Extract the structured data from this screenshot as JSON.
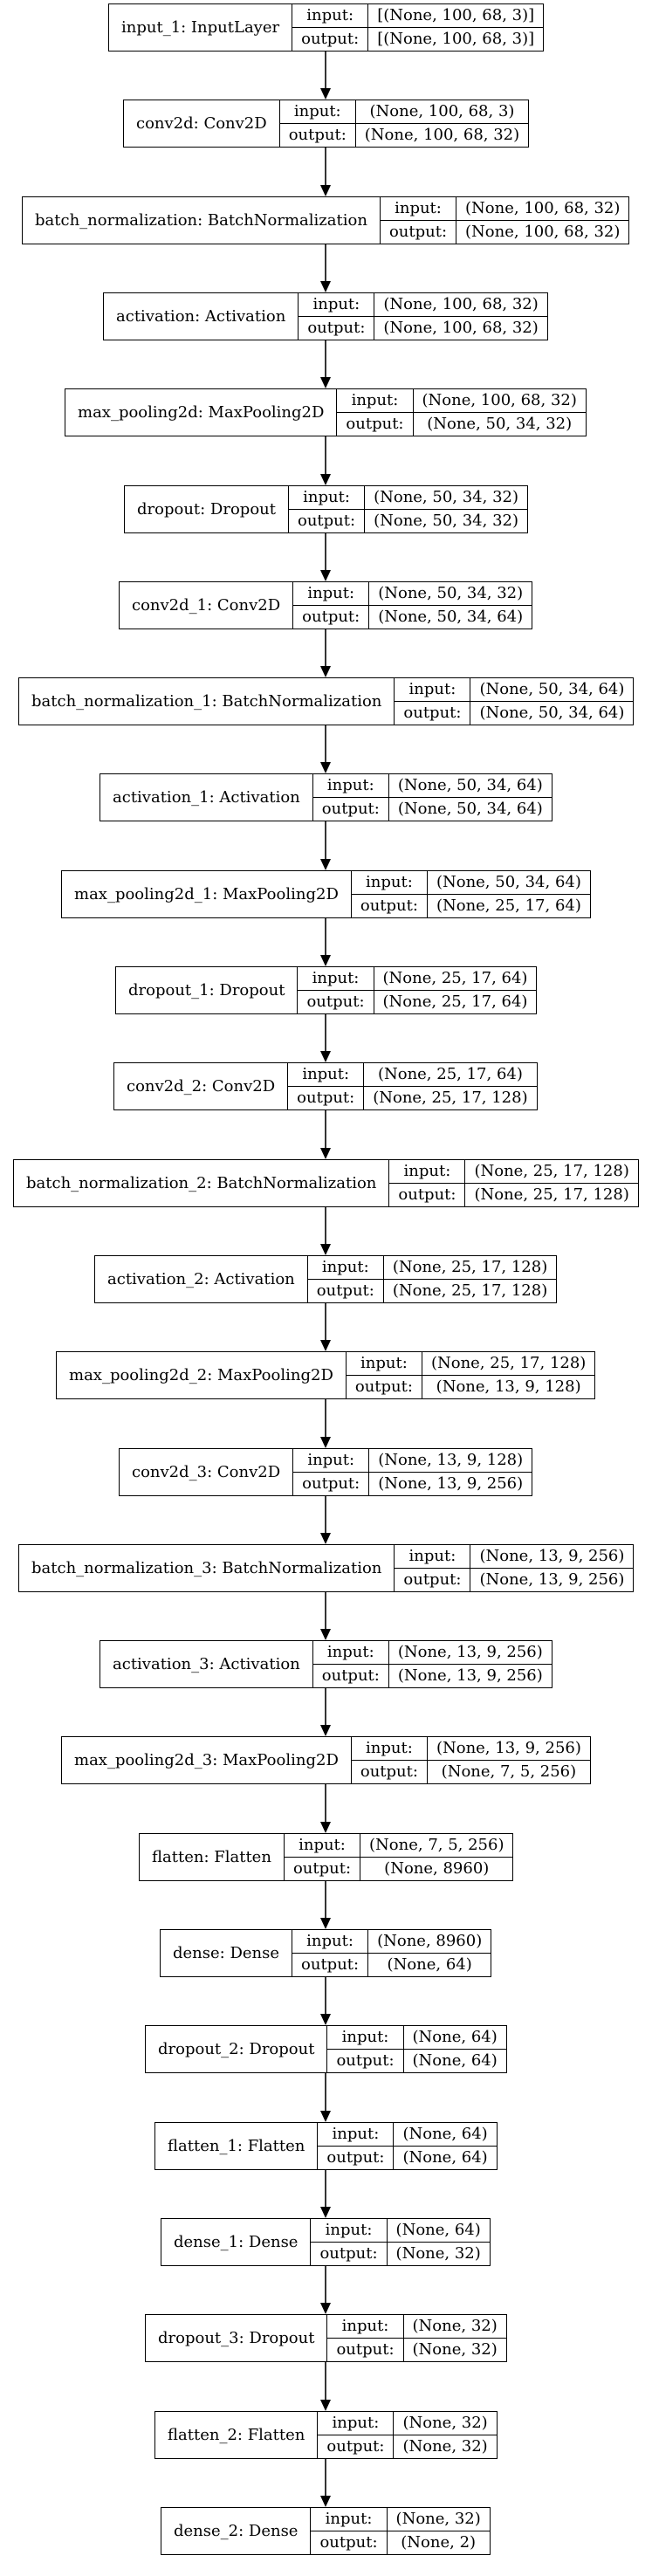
{
  "labels": {
    "input": "input:",
    "output": "output:"
  },
  "layers": [
    {
      "name": "input_1: InputLayer",
      "input": "[(None, 100, 68, 3)]",
      "output": "[(None, 100, 68, 3)]"
    },
    {
      "name": "conv2d: Conv2D",
      "input": "(None, 100, 68, 3)",
      "output": "(None, 100, 68, 32)"
    },
    {
      "name": "batch_normalization: BatchNormalization",
      "input": "(None, 100, 68, 32)",
      "output": "(None, 100, 68, 32)"
    },
    {
      "name": "activation: Activation",
      "input": "(None, 100, 68, 32)",
      "output": "(None, 100, 68, 32)"
    },
    {
      "name": "max_pooling2d: MaxPooling2D",
      "input": "(None, 100, 68, 32)",
      "output": "(None, 50, 34, 32)"
    },
    {
      "name": "dropout: Dropout",
      "input": "(None, 50, 34, 32)",
      "output": "(None, 50, 34, 32)"
    },
    {
      "name": "conv2d_1: Conv2D",
      "input": "(None, 50, 34, 32)",
      "output": "(None, 50, 34, 64)"
    },
    {
      "name": "batch_normalization_1: BatchNormalization",
      "input": "(None, 50, 34, 64)",
      "output": "(None, 50, 34, 64)"
    },
    {
      "name": "activation_1: Activation",
      "input": "(None, 50, 34, 64)",
      "output": "(None, 50, 34, 64)"
    },
    {
      "name": "max_pooling2d_1: MaxPooling2D",
      "input": "(None, 50, 34, 64)",
      "output": "(None, 25, 17, 64)"
    },
    {
      "name": "dropout_1: Dropout",
      "input": "(None, 25, 17, 64)",
      "output": "(None, 25, 17, 64)"
    },
    {
      "name": "conv2d_2: Conv2D",
      "input": "(None, 25, 17, 64)",
      "output": "(None, 25, 17, 128)"
    },
    {
      "name": "batch_normalization_2: BatchNormalization",
      "input": "(None, 25, 17, 128)",
      "output": "(None, 25, 17, 128)"
    },
    {
      "name": "activation_2: Activation",
      "input": "(None, 25, 17, 128)",
      "output": "(None, 25, 17, 128)"
    },
    {
      "name": "max_pooling2d_2: MaxPooling2D",
      "input": "(None, 25, 17, 128)",
      "output": "(None, 13, 9, 128)"
    },
    {
      "name": "conv2d_3: Conv2D",
      "input": "(None, 13, 9, 128)",
      "output": "(None, 13, 9, 256)"
    },
    {
      "name": "batch_normalization_3: BatchNormalization",
      "input": "(None, 13, 9, 256)",
      "output": "(None, 13, 9, 256)"
    },
    {
      "name": "activation_3: Activation",
      "input": "(None, 13, 9, 256)",
      "output": "(None, 13, 9, 256)"
    },
    {
      "name": "max_pooling2d_3: MaxPooling2D",
      "input": "(None, 13, 9, 256)",
      "output": "(None, 7, 5, 256)"
    },
    {
      "name": "flatten: Flatten",
      "input": "(None, 7, 5, 256)",
      "output": "(None, 8960)"
    },
    {
      "name": "dense: Dense",
      "input": "(None, 8960)",
      "output": "(None, 64)"
    },
    {
      "name": "dropout_2: Dropout",
      "input": "(None, 64)",
      "output": "(None, 64)"
    },
    {
      "name": "flatten_1: Flatten",
      "input": "(None, 64)",
      "output": "(None, 64)"
    },
    {
      "name": "dense_1: Dense",
      "input": "(None, 64)",
      "output": "(None, 32)"
    },
    {
      "name": "dropout_3: Dropout",
      "input": "(None, 32)",
      "output": "(None, 32)"
    },
    {
      "name": "flatten_2: Flatten",
      "input": "(None, 32)",
      "output": "(None, 32)"
    },
    {
      "name": "dense_2: Dense",
      "input": "(None, 32)",
      "output": "(None, 2)"
    }
  ]
}
